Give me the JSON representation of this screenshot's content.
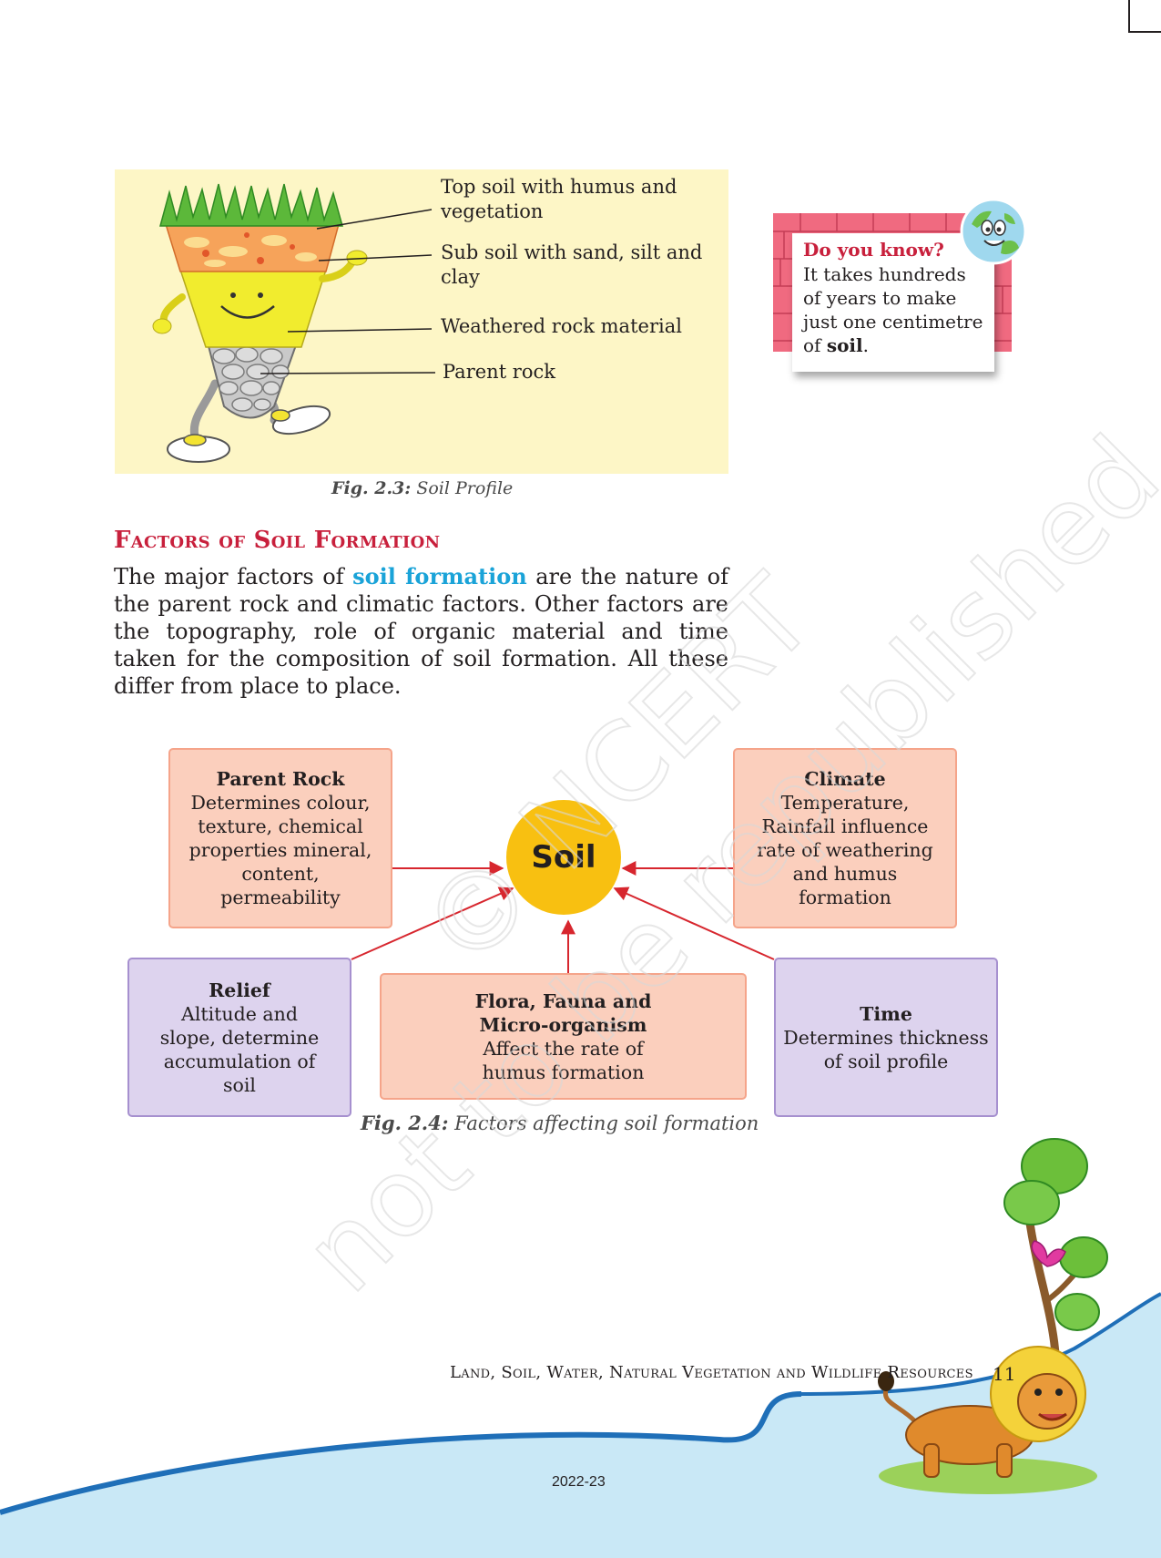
{
  "figure_2_3": {
    "labels": {
      "top_soil": "Top soil with humus and vegetation",
      "sub_soil": "Sub soil with sand, silt and clay",
      "weathered": "Weathered rock material",
      "parent_rock": "Parent rock"
    },
    "caption_num": "Fig. 2.3:",
    "caption_text": "Soil Profile"
  },
  "do_you_know": {
    "title": "Do you know?",
    "text_before": "It takes hundreds of years to make just one centimetre of ",
    "bold": "soil",
    "text_after": "."
  },
  "section": {
    "heading": "Factors of Soil Formation",
    "para_before": "The major factors of ",
    "para_highlight": "soil formation",
    "para_after": " are the nature of the parent rock and climatic factors. Other factors are the topography, role of organic material and time taken for the composition of soil formation. All these differ from place to place."
  },
  "diagram": {
    "center": "Soil",
    "parent_rock": {
      "title": "Parent Rock",
      "text": "Determines colour, texture, chemical properties mineral, content, permeability"
    },
    "climate": {
      "title": "Climate",
      "text": "Temperature, Rainfall influence rate of weathering and humus formation"
    },
    "relief": {
      "title": "Relief",
      "text": "Altitude and slope, determine accumulation of soil"
    },
    "flora": {
      "title": "Flora, Fauna and Micro-organism",
      "text": "Affect the rate of humus formation"
    },
    "time": {
      "title": "Time",
      "text": "Determines thickness of soil profile"
    },
    "caption_num": "Fig. 2.4:",
    "caption_text": "Factors affecting soil formation",
    "colors": {
      "peach": "#fbcfbd",
      "lavender": "#ddd3ee",
      "circle": "#f8c011",
      "arrow": "#d7262e"
    }
  },
  "footer": {
    "running_title": "Land, Soil, Water, Natural Vegetation and Wildlife Resources",
    "page_number": "11",
    "year": "2022-23"
  },
  "watermark": {
    "line1": "© NCERT",
    "line2": "not to be republished"
  },
  "colors": {
    "heading": "#c8203c",
    "highlight": "#1aa3d8",
    "wave": "#c9e8f6"
  }
}
